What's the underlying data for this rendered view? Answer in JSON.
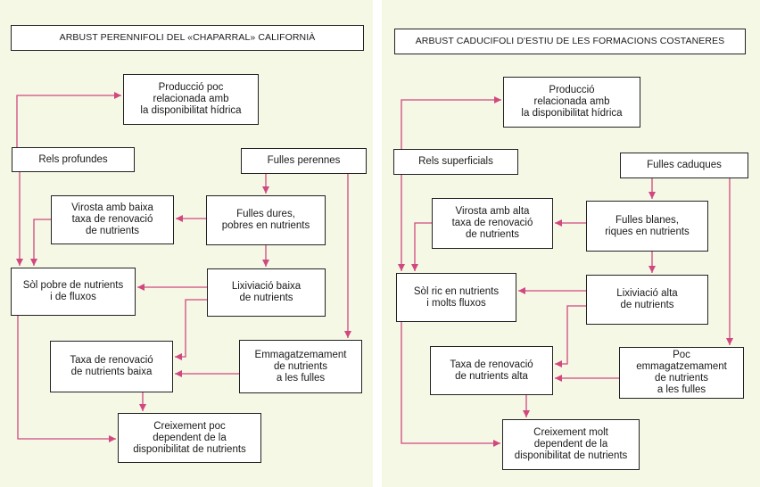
{
  "colors": {
    "arrow": "#d0487f",
    "panel": "#f6f8e6",
    "box_border": "#222222"
  },
  "left": {
    "title": "ARBUST PERENNIFOLI DEL «CHAPARRAL» CALIFORNIÀ",
    "produccio": "Producció poc\nrelacionada amb\nla disponibilitat hídrica",
    "rels": "Rels profundes",
    "fulles": "Fulles perennes",
    "virosta": "Virosta amb baixa\ntaxa de renovació\nde nutrients",
    "fulles_dures": "Fulles dures,\npobres en nutrients",
    "sol": "Sòl pobre de nutrients\ni de fluxos",
    "lixiviacio": "Lixiviació baixa\nde nutrients",
    "taxa": "Taxa de renovació\nde nutrients baixa",
    "emmagatzemament": "Emmagatzemament\nde nutrients\na les fulles",
    "creixement": "Creixement poc\ndependent de la\ndisponibilitat de nutrients"
  },
  "right": {
    "title": "ARBUST CADUCIFOLI D'ESTIU DE LES FORMACIONS COSTANERES",
    "produccio": "Producció\nrelacionada amb\nla disponibilitat hídrica",
    "rels": "Rels superficials",
    "fulles": "Fulles caduques",
    "virosta": "Virosta amb alta\ntaxa de renovació\nde nutrients",
    "fulles_blanes": "Fulles blanes,\nriques en nutrients",
    "sol": "Sòl ric en nutrients\ni molts fluxos",
    "lixiviacio": "Lixiviació alta\nde nutrients",
    "taxa": "Taxa de renovació\nde nutrients alta",
    "emmagatzemament": "Poc\nemmagatzemament\nde nutrients\na les fulles",
    "creixement": "Creixement molt\ndependent de la\ndisponibilitat de nutrients"
  }
}
